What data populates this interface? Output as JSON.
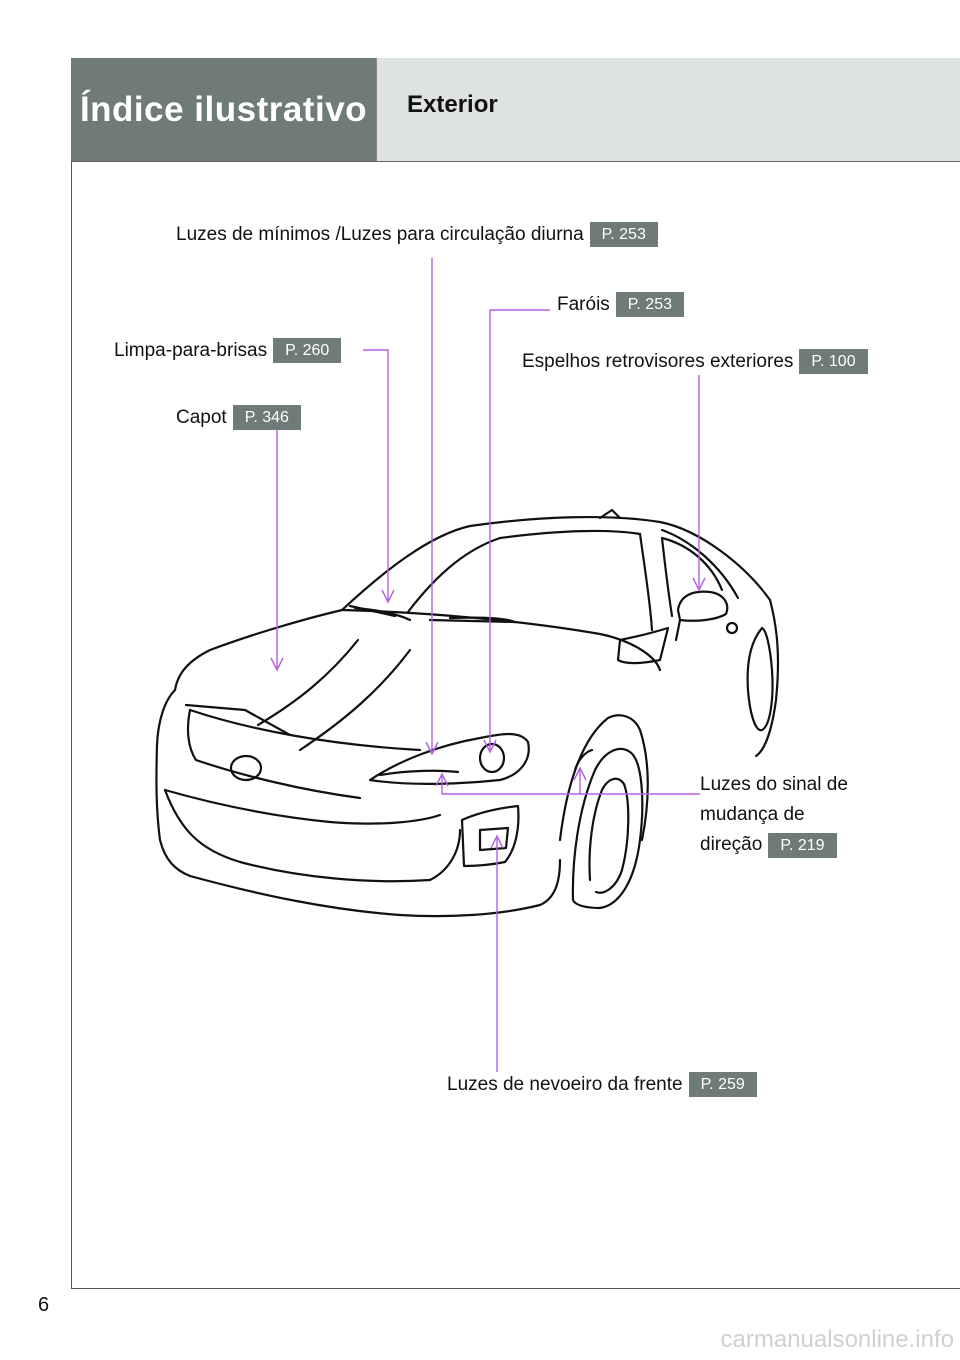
{
  "header": {
    "section": "Índice ilustrativo",
    "title": "Exterior"
  },
  "callouts": {
    "daytime_lights": {
      "label": "Luzes de mínimos /Luzes para circulação diurna",
      "page": "P. 253"
    },
    "headlights": {
      "label": "Faróis",
      "page": "P. 253"
    },
    "wipers": {
      "label": "Limpa-para-brisas",
      "page": "P. 260"
    },
    "mirrors": {
      "label": "Espelhos retrovisores exteriores",
      "page": "P. 100"
    },
    "hood": {
      "label": "Capot",
      "page": "P. 346"
    },
    "turn_signals": {
      "line1": "Luzes do sinal de",
      "line2": "mudança de",
      "line3": "direção",
      "page": "P. 219"
    },
    "fog_lights": {
      "label": "Luzes de nevoeiro da frente",
      "page": "P. 259"
    }
  },
  "page_number": "6",
  "watermark": "carmanualsonline.info",
  "colors": {
    "header_dark": "#6f7b79",
    "header_light": "#dfe2e2",
    "leader": "#b560e0"
  }
}
